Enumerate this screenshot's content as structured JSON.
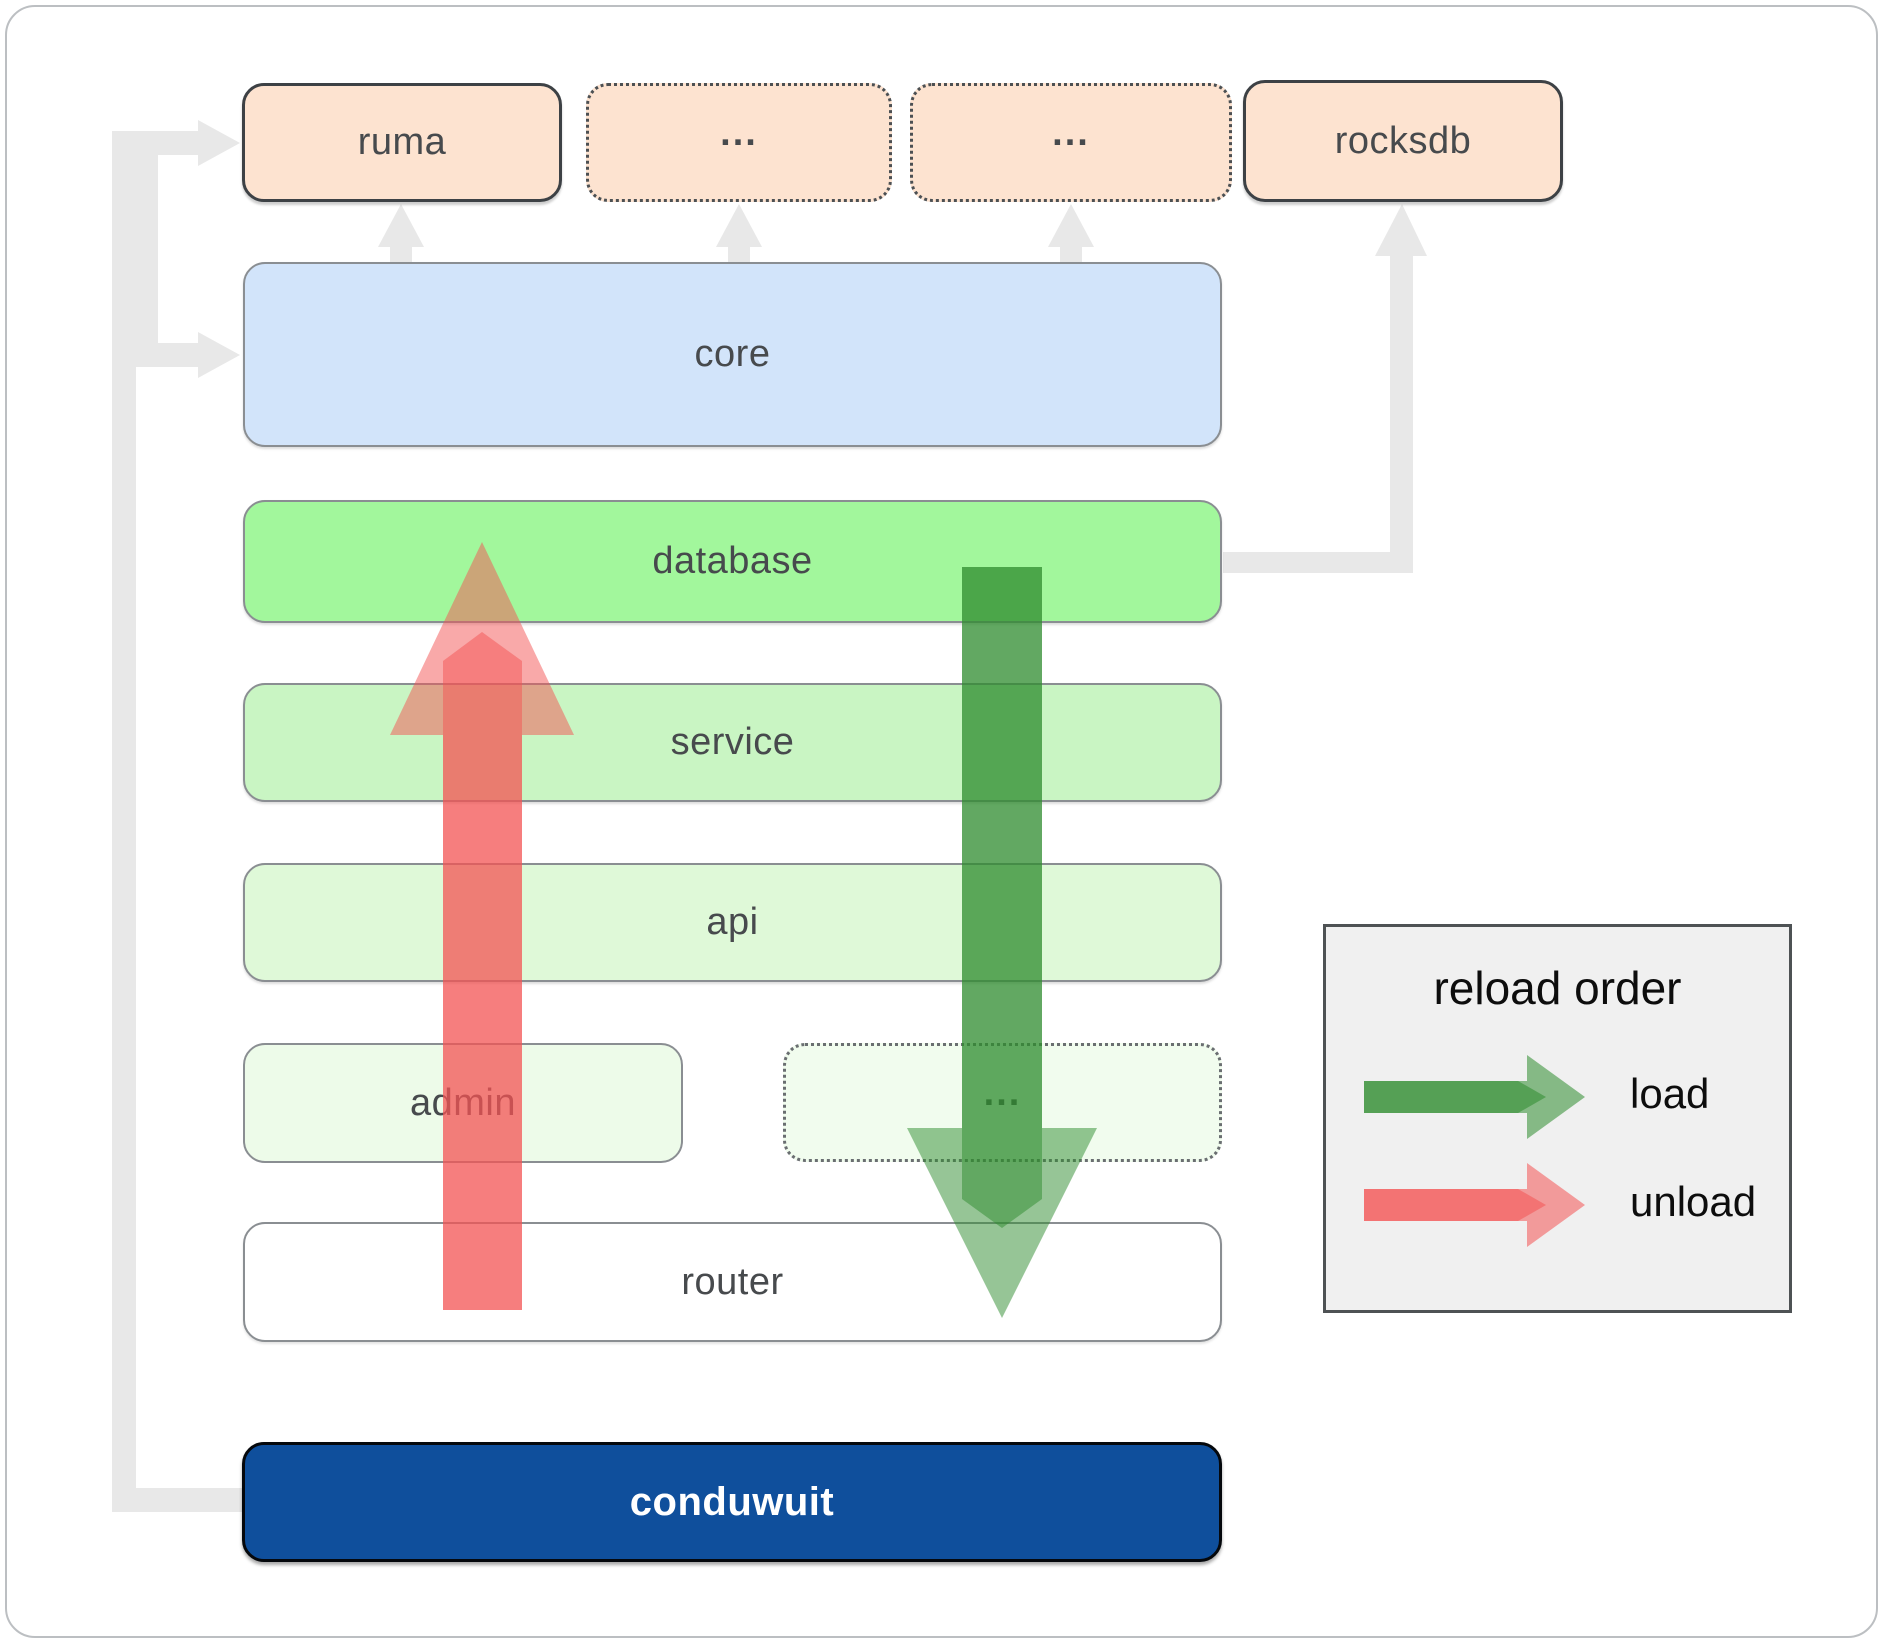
{
  "diagram": {
    "top_row": {
      "ruma": "ruma",
      "ellipsis1": "...",
      "ellipsis2": "...",
      "rocksdb": "rocksdb"
    },
    "layers": {
      "core": "core",
      "database": "database",
      "service": "service",
      "api": "api",
      "admin": "admin",
      "admin_ellipsis": "...",
      "router": "router",
      "conduwuit": "conduwuit"
    }
  },
  "legend": {
    "title": "reload order",
    "load_label": "load",
    "unload_label": "unload"
  },
  "colors": {
    "peach_fill": "#fde3d0",
    "core_fill": "#d2e4fa",
    "database_fill": "#a2f79c",
    "service_fill": "#c9f5c3",
    "api_fill": "#dff9d8",
    "admin_fill": "#edfbe9",
    "router_fill": "#ffffff",
    "conduwuit_fill": "#0f4f9c",
    "load_arrow_green": "#2d8c2d",
    "unload_arrow_red": "#f45454",
    "connector_gray": "#e8e8e8",
    "legend_bg": "#f0f0f0"
  }
}
